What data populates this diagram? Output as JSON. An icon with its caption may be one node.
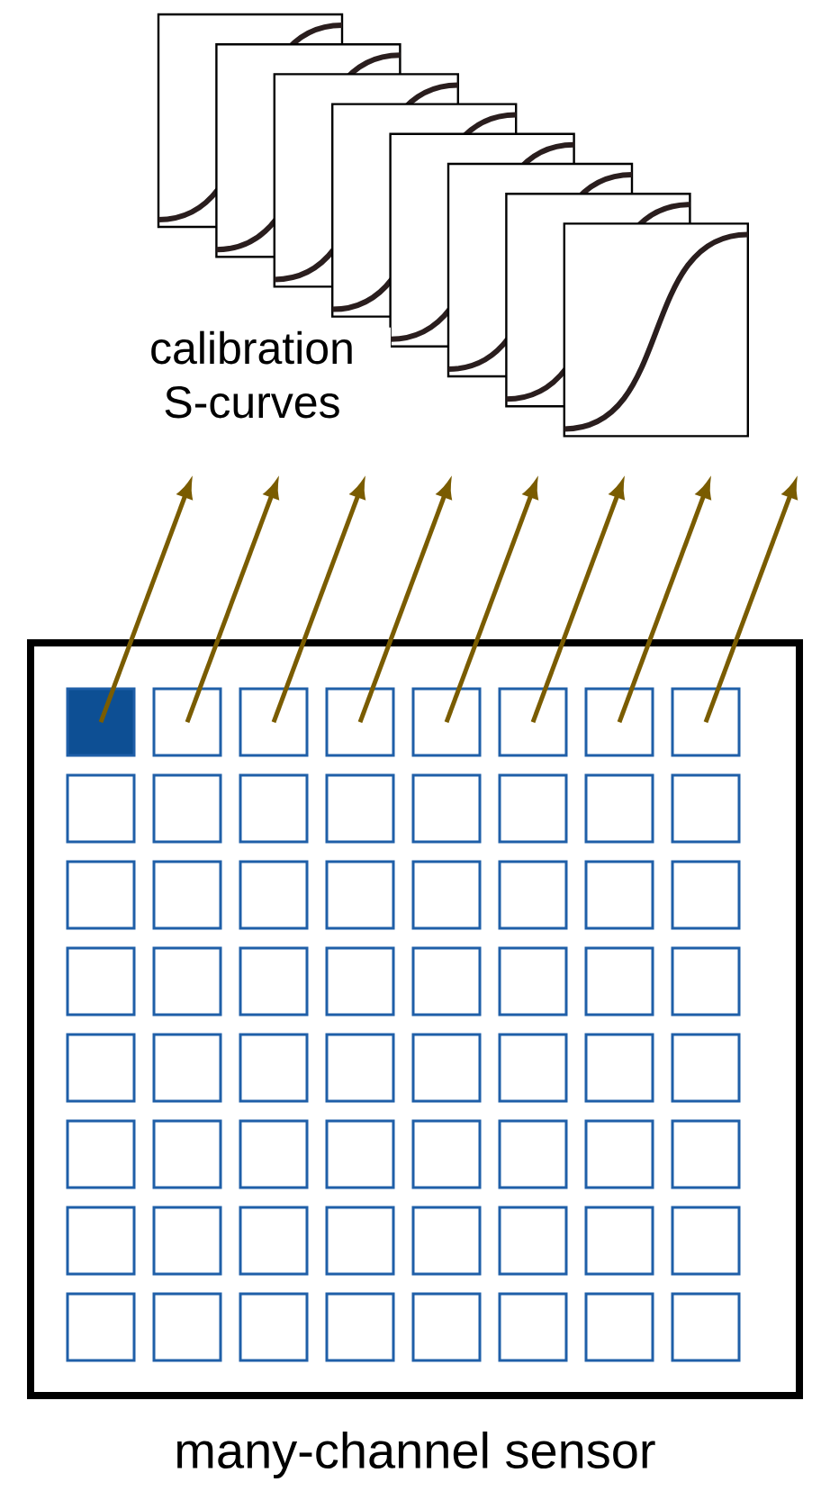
{
  "diagram": {
    "nodes": [
      {
        "text": [
          "many-channel sensor"
        ]
      },
      {
        "text": [],
        "shape": "box",
        "in": 0
      },
      {
        "text": [],
        "shape": "box",
        "in": 0
      },
      {
        "text": [],
        "shape": "box",
        "in": 0
      },
      {
        "text": [],
        "shape": "box",
        "in": 0
      },
      {
        "text": [],
        "shape": "box",
        "in": 0
      },
      {
        "text": [],
        "shape": "box",
        "in": 0
      },
      {
        "text": [],
        "shape": "box",
        "in": 0
      },
      {
        "text": [],
        "shape": "box",
        "in": 0
      },
      {
        "text": [],
        "shape": "box",
        "in": 0
      },
      {
        "text": [],
        "shape": "box",
        "in": 0
      },
      {
        "text": [],
        "shape": "box",
        "in": 0
      },
      {
        "text": [],
        "shape": "box",
        "in": 0
      },
      {
        "text": [],
        "shape": "box",
        "in": 0
      },
      {
        "text": [],
        "shape": "box",
        "in": 0
      },
      {
        "text": [],
        "shape": "box",
        "in": 0
      },
      {
        "text": [],
        "shape": "box",
        "in": 0
      },
      {
        "text": [],
        "shape": "box",
        "in": 0
      },
      {
        "text": [],
        "shape": "box",
        "in": 0
      },
      {
        "text": [],
        "shape": "box",
        "in": 0
      },
      {
        "text": [],
        "shape": "box",
        "in": 0
      },
      {
        "text": [],
        "shape": "box",
        "in": 0
      },
      {
        "text": [],
        "shape": "box",
        "in": 0
      },
      {
        "text": [],
        "shape": "box",
        "in": 0
      },
      {
        "text": [],
        "shape": "box",
        "in": 0
      },
      {
        "text": [],
        "shape": "box",
        "in": 0
      },
      {
        "text": [],
        "shape": "box",
        "in": 0
      },
      {
        "text": [],
        "shape": "box",
        "in": 0
      },
      {
        "text": [],
        "shape": "box",
        "in": 0
      },
      {
        "text": [],
        "shape": "box",
        "in": 0
      },
      {
        "text": [],
        "shape": "box",
        "in": 0
      },
      {
        "text": [],
        "shape": "box",
        "in": 0
      },
      {
        "text": [],
        "shape": "box",
        "in": 0
      },
      {
        "text": [],
        "shape": "box",
        "in": 0
      },
      {
        "text": [],
        "shape": "box",
        "in": 0
      },
      {
        "text": [],
        "shape": "box",
        "in": 0
      },
      {
        "text": [],
        "shape": "box",
        "in": 0
      },
      {
        "text": [],
        "shape": "box",
        "in": 0
      },
      {
        "text": [],
        "shape": "box",
        "in": 0
      },
      {
        "text": [],
        "shape": "box",
        "in": 0
      },
      {
        "text": [],
        "shape": "box",
        "in": 0
      },
      {
        "text": [],
        "shape": "box",
        "in": 0
      },
      {
        "text": [],
        "shape": "box",
        "in": 0
      },
      {
        "text": [],
        "shape": "box",
        "in": 0
      },
      {
        "text": [],
        "shape": "box",
        "in": 0
      },
      {
        "text": [],
        "shape": "box",
        "in": 0
      },
      {
        "text": [],
        "shape": "box",
        "in": 0
      },
      {
        "text": [],
        "shape": "box",
        "in": 0
      },
      {
        "text": [],
        "shape": "box",
        "in": 0
      },
      {
        "text": [],
        "shape": "box",
        "in": 0
      },
      {
        "text": [],
        "shape": "box",
        "in": 0
      },
      {
        "text": [],
        "shape": "box",
        "in": 0
      },
      {
        "text": [],
        "shape": "box",
        "in": 0
      },
      {
        "text": [],
        "shape": "box",
        "in": 0
      },
      {
        "text": [],
        "shape": "box",
        "in": 0
      },
      {
        "text": [],
        "shape": "box",
        "in": 0
      },
      {
        "text": [],
        "shape": "box",
        "in": 0
      },
      {
        "text": [],
        "shape": "box",
        "in": 0
      },
      {
        "text": [],
        "shape": "box",
        "in": 0
      },
      {
        "text": [],
        "shape": "box",
        "in": 0
      },
      {
        "text": [],
        "shape": "box",
        "in": 0
      },
      {
        "text": [],
        "shape": "box",
        "in": 0
      },
      {
        "text": [],
        "shape": "box",
        "in": 0
      },
      {
        "text": [],
        "shape": "box",
        "in": 0
      },
      {
        "text": [],
        "shape": "box",
        "in": 0
      }
    ],
    "edges": [
      {
        "from": 1,
        "to": null,
        "arrow": "to"
      },
      {
        "from": 2,
        "to": null,
        "arrow": "to"
      },
      {
        "from": 3,
        "to": null,
        "arrow": "to"
      },
      {
        "from": 4,
        "to": null,
        "arrow": "to"
      },
      {
        "from": 5,
        "to": null,
        "arrow": "to"
      },
      {
        "from": 6,
        "to": null,
        "arrow": "to"
      },
      {
        "from": 7,
        "to": null,
        "arrow": "to"
      },
      {
        "from": 8,
        "to": null,
        "arrow": "to"
      }
    ],
    "labels": [
      "calibration S-curves"
    ]
  }
}
